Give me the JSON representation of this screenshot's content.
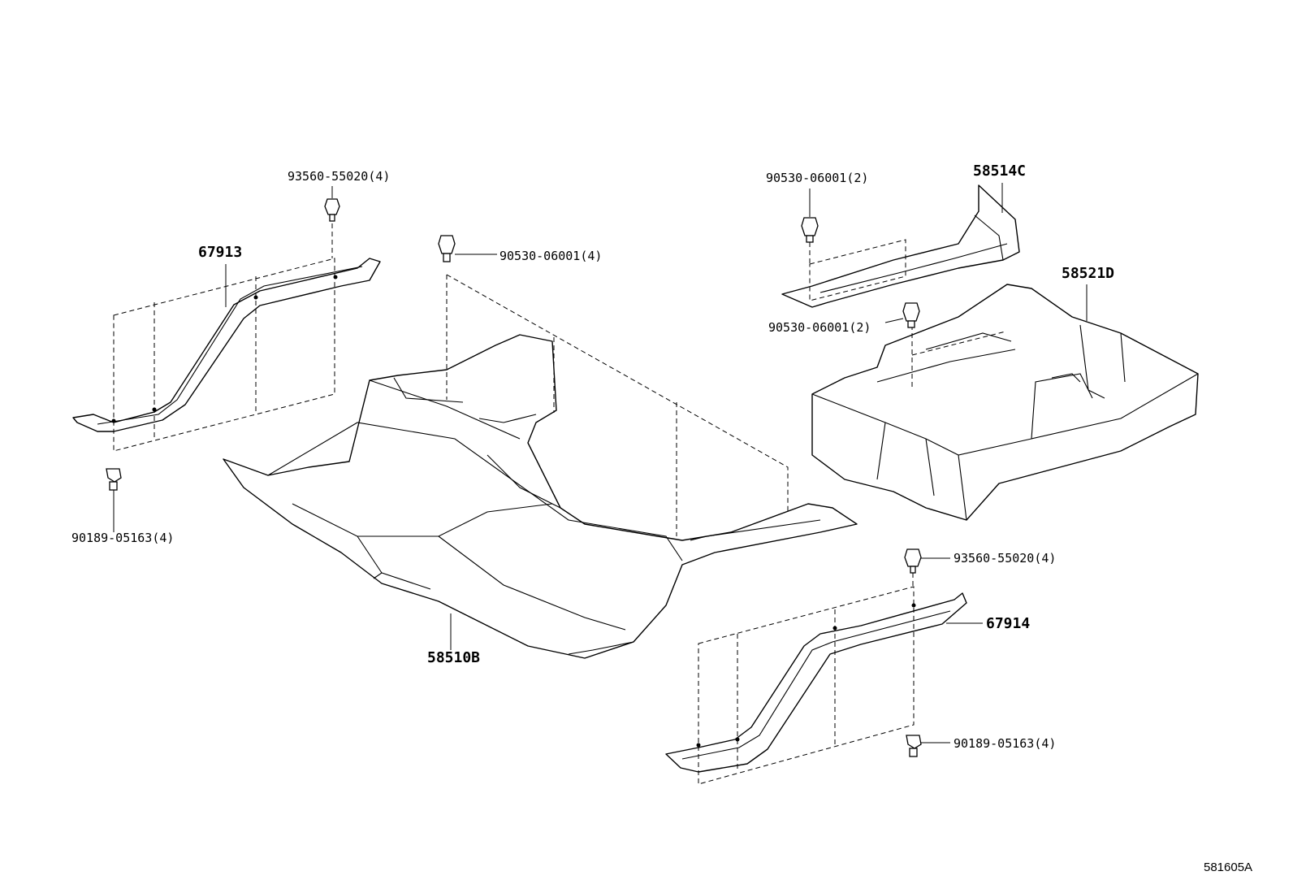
{
  "parts": {
    "p67913": "67913",
    "p67914": "67914",
    "p58510B": "58510B",
    "p58514C": "58514C",
    "p58521D": "58521D"
  },
  "fasteners": {
    "f1": "93560-55020(4)",
    "f2": "90530-06001(4)",
    "f3": "90189-05163(4)",
    "f4": "90530-06001(2)",
    "f5": "90530-06001(2)",
    "f6": "93560-55020(4)",
    "f7": "90189-05163(4)"
  },
  "figure_code": "581605A"
}
